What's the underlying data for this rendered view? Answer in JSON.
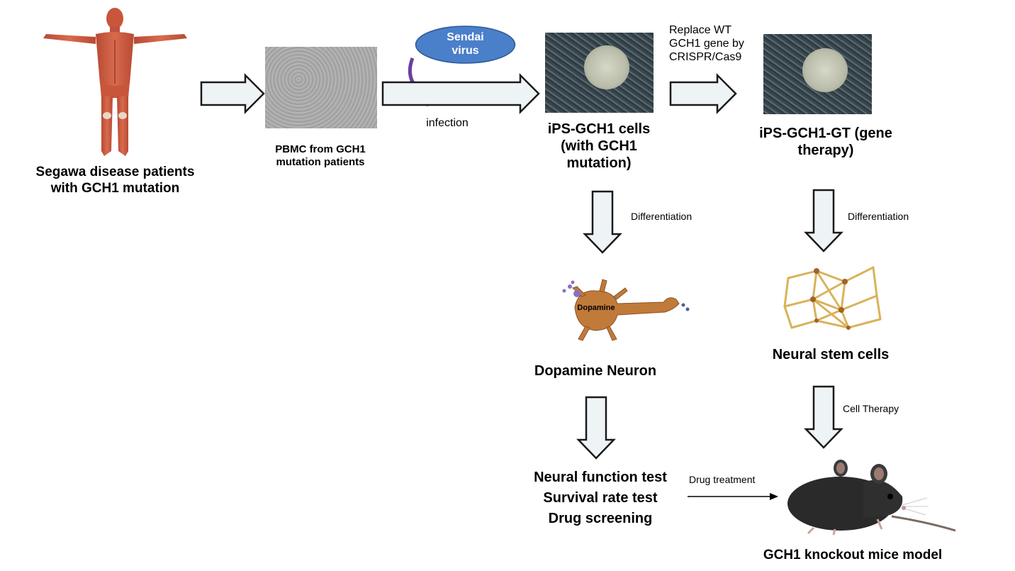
{
  "labels": {
    "patients": "Segawa disease patients\nwith GCH1 mutation",
    "pbmc": "PBMC  from GCH1\nmutation patients",
    "sendai": "Sendai\nvirus",
    "infection": "infection",
    "ips_cells": "iPS-GCH1 cells\n(with GCH1\nmutation)",
    "replace_wt": "Replace WT\nGCH1 gene by\nCRISPR/Cas9",
    "ips_gt": "iPS-GCH1-GT (gene\ntherapy)",
    "differentiation_left": "Differentiation",
    "differentiation_right": "Differentiation",
    "dopamine_tag": "Dopamine",
    "dopamine_neuron": "Dopamine Neuron",
    "neural_stem_cells": "Neural stem cells",
    "cell_therapy": "Cell Therapy",
    "tests": "Neural function test\nSurvival rate test\nDrug screening",
    "drug_treatment": "Drug treatment",
    "mice_model": "GCH1 knockout mice model"
  },
  "colors": {
    "arrow_fill": "#eef3f5",
    "arrow_stroke": "#1a1a1a",
    "sendai_fill": "#4a7fc9",
    "curve_arrow": "#6b3fa0",
    "muscle": "#c9553b",
    "neuron": "#c07a3a",
    "stem": "#d9b25a",
    "mouse": "#2a2a2a"
  },
  "icons": [
    "human-anatomy-icon",
    "pbmc-micrograph-icon",
    "ips-colony-icon",
    "dopamine-neuron-icon",
    "neural-network-icon",
    "mouse-icon"
  ]
}
